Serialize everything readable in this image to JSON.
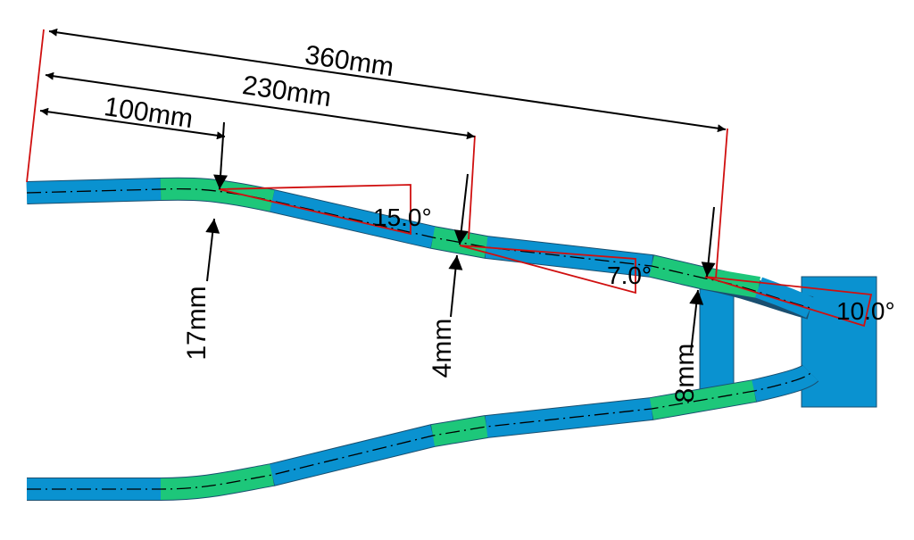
{
  "colors": {
    "blue_segment": "#0a92d0",
    "green_segment": "#1dc77a",
    "support_block": "#0a92d0",
    "dimension_lines": "#d01010",
    "arrows": "#000000"
  },
  "dimensions": {
    "d1": "100mm",
    "d2": "230mm",
    "d3": "360mm"
  },
  "heights": {
    "h1": "17mm",
    "h2": "4mm",
    "h3": "8mm"
  },
  "angles": {
    "a1": "15.0°",
    "a2": "7.0°",
    "a3": "10.0°"
  }
}
